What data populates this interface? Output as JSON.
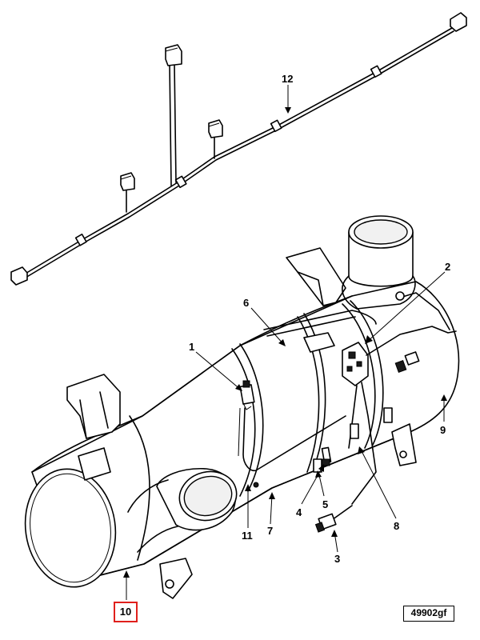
{
  "callouts": {
    "c1": "1",
    "c2": "2",
    "c3": "3",
    "c4": "4",
    "c5": "5",
    "c6": "6",
    "c7": "7",
    "c8": "8",
    "c9": "9",
    "c10": "10",
    "c11": "11",
    "c12": "12"
  },
  "figure_id": "49902gf",
  "colors": {
    "line": "#000000",
    "highlight_box": "#e0201c",
    "background": "#ffffff"
  }
}
